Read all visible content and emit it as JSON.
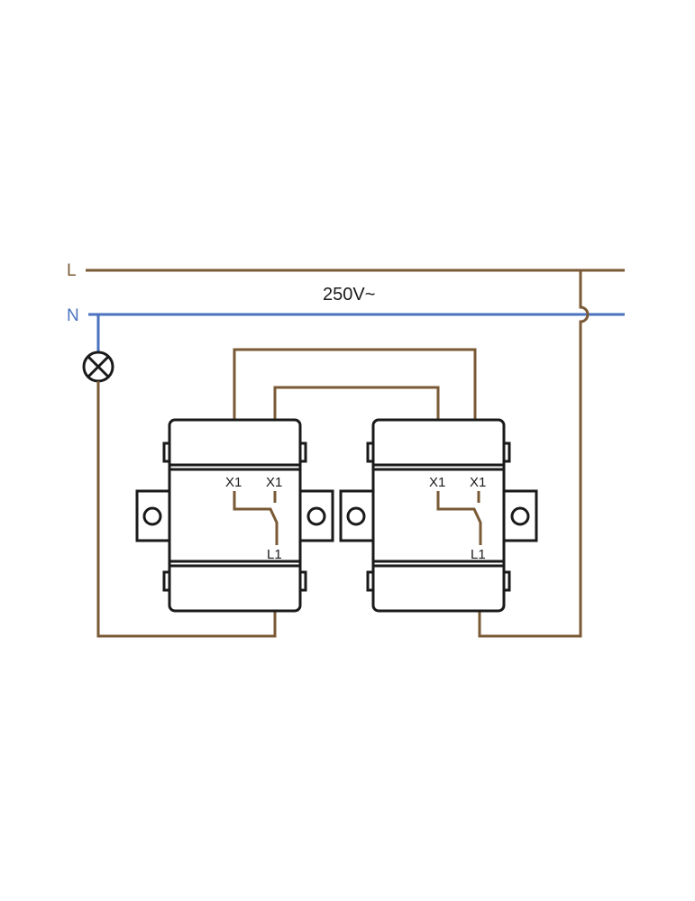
{
  "labels": {
    "line": "L",
    "neutral": "N",
    "voltage": "250V~"
  },
  "switches": [
    {
      "terminal_a": "X1",
      "terminal_b": "X1",
      "common": "L1"
    },
    {
      "terminal_a": "X1",
      "terminal_b": "X1",
      "common": "L1"
    }
  ],
  "colors": {
    "line_wire": "#7a5a36",
    "neutral_wire": "#4a72bf",
    "device": "#1a1a1a"
  },
  "icons": [
    "lamp-icon",
    "switch-icon"
  ]
}
